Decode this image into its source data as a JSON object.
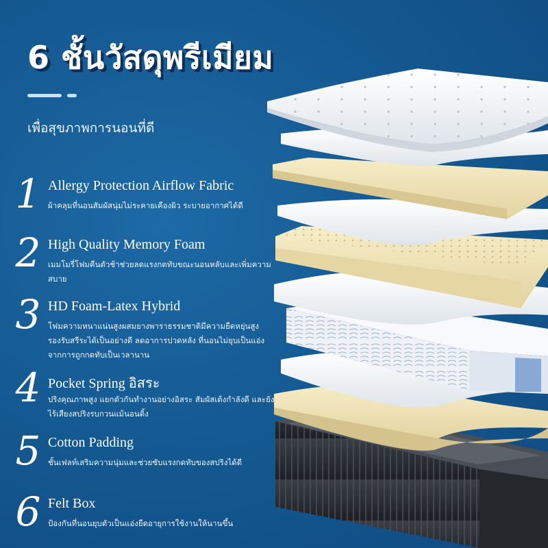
{
  "header": {
    "title": "6 ชั้นวัสดุพรีเมียม",
    "subtitle": "เพื่อสุขภาพการนอนที่ดี"
  },
  "layers": [
    {
      "number": "1",
      "title": "Allergy Protection Airflow Fabric",
      "description": "ผ้าคลุมที่นอนสัมผัสนุ่มไม่ระคายเคืองผิว ระบายอากาศได้ดี"
    },
    {
      "number": "2",
      "title": "High Quality Memory Foam",
      "description": "เมมโมรี่โฟมคืนตัวช้าช่วยลดแรงกดทับขณะนอนหลับและเพิ่มความสบาย"
    },
    {
      "number": "3",
      "title": "HD Foam-Latex Hybrid",
      "description": "โฟมความหนาแน่นสูงผสมยางพาราธรรมชาติมีความยืดหยุ่นสูง รองรับสรีระได้เป็นอย่างดี ลดอาการปวดหลัง ที่นอนไม่ยุบเป็นแอ่งจากการถูกกดทับเป็นเวลานาน"
    },
    {
      "number": "4",
      "title": "Pocket Spring อิสระ",
      "description": "ปริงคุณภาพสูง แยกตัวกันทำงานอย่างอิสระ สัมผัสเต้งกำลังดี และยังไร้เสียงสปริงรบกวนแม้นอนดิ้ง"
    },
    {
      "number": "5",
      "title": "Cotton Padding",
      "description": "ชั้นเฟลท์เสริมความนุ่มและช่วยซับแรงกดทับของสปริงได้ดี"
    },
    {
      "number": "6",
      "title": "Felt Box",
      "description": "ป้องกันที่นอนยุบตัวเป็นแอ่งยืดอายุการใช้งานให้นานขึ้น"
    }
  ],
  "colors": {
    "background": "#155a93",
    "title_shadow": "#0b2f5a",
    "foam_cream": "#f1e6bf",
    "white_layer": "#f4f6f8",
    "spring_blue": "#4f7fc4",
    "base_dark": "#2a2d33"
  },
  "illustration": {
    "name": "exploded-mattress-layers"
  }
}
